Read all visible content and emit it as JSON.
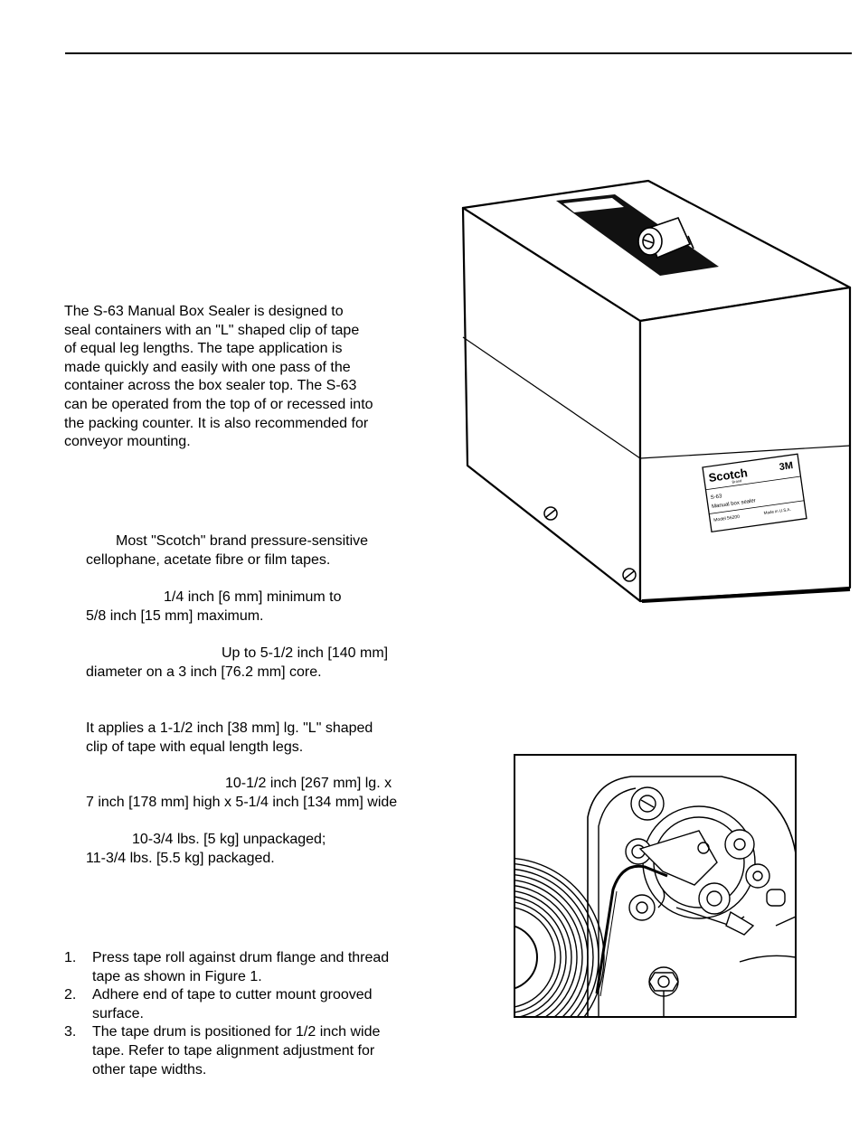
{
  "intro": {
    "lines": [
      "The S-63 Manual Box Sealer is designed to",
      "seal containers with an \"L\" shaped clip of tape",
      "of equal leg lengths.  The tape application is",
      "made quickly and easily with one pass of the",
      "container across the box sealer top.  The S-63",
      "can be operated from the top of or recessed into",
      "the packing counter.  It is also recommended for",
      "conveyor mounting."
    ]
  },
  "specs": {
    "tapes": {
      "line1": "Most \"Scotch\" brand pressure-sensitive",
      "line2": "cellophane, acetate fibre or film tapes."
    },
    "width": {
      "line1": "1/4 inch [6 mm] minimum to",
      "line2": "5/8 inch [15 mm] maximum."
    },
    "roll": {
      "line1": "Up to 5-1/2 inch [140 mm]",
      "line2": "diameter on a 3 inch [76.2 mm] core."
    },
    "clip": {
      "line1": "It applies a 1-1/2 inch [38 mm] lg. \"L\" shaped",
      "line2": "clip of tape with equal length legs."
    },
    "size": {
      "line1": "10-1/2 inch [267 mm] lg. x",
      "line2": "7 inch [178 mm] high x 5-1/4 inch [134 mm] wide"
    },
    "weight": {
      "line1": "10-3/4 lbs. [5 kg] unpackaged;",
      "line2": "11-3/4 lbs. [5.5 kg] packaged."
    }
  },
  "steps": [
    {
      "num": "1.",
      "lines": [
        "Press tape roll against drum flange and thread",
        "tape as shown in Figure 1."
      ]
    },
    {
      "num": "2.",
      "lines": [
        "Adhere end of tape to cutter mount grooved",
        "surface."
      ]
    },
    {
      "num": "3.",
      "lines": [
        "The tape drum is positioned for 1/2 inch wide",
        "tape.  Refer to tape alignment adjustment for",
        "other tape widths."
      ]
    }
  ],
  "label": {
    "brand": "Scotch",
    "brand_sub": "Brand",
    "maker": "3M",
    "model_code": "S-63",
    "product": "Manual box sealer",
    "model": "Model 56200",
    "origin": "Made in U.S.A."
  }
}
